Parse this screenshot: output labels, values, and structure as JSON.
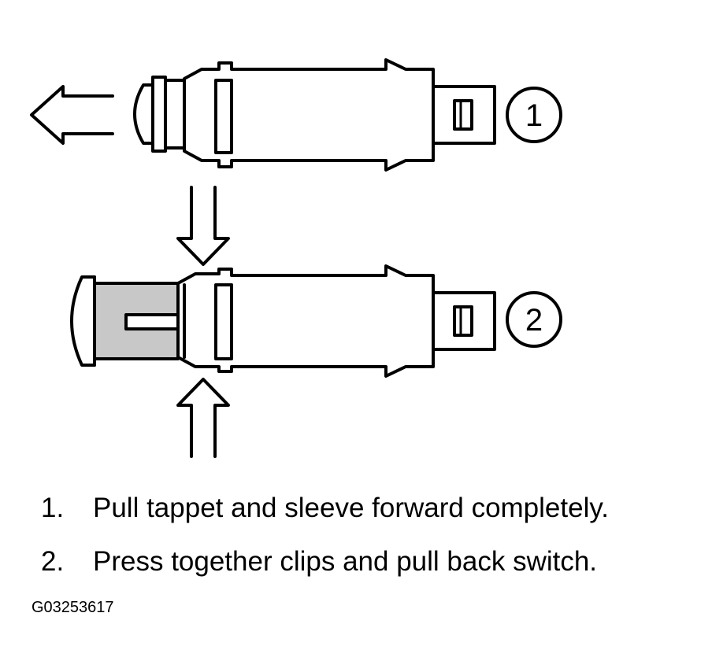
{
  "diagram": {
    "callouts": [
      {
        "label": "1"
      },
      {
        "label": "2"
      }
    ]
  },
  "steps": [
    {
      "number": "1.",
      "text": "Pull tappet and sleeve forward completely."
    },
    {
      "number": "2.",
      "text": "Press together clips and pull back switch."
    }
  ],
  "figure_id": "G03253617",
  "colors": {
    "line": "#000000",
    "sleeve_fill": "#c8c8c8",
    "background": "#ffffff"
  }
}
